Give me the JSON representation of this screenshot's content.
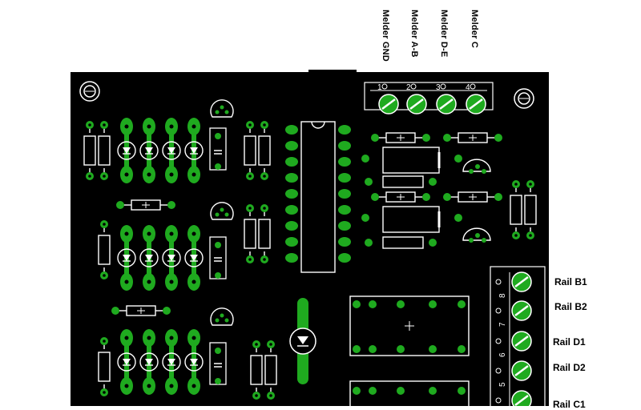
{
  "connector_top": {
    "labels": [
      "Melder GND",
      "Melder A-B",
      "Melder D-E",
      "Melder C"
    ],
    "pin_numbers": [
      "1",
      "2",
      "3",
      "4"
    ]
  },
  "connector_right": {
    "labels": [
      "Rail B1",
      "Rail B2",
      "Rail D1",
      "Rail D2",
      "Rail C1"
    ],
    "pin_numbers": [
      "8",
      "7",
      "6",
      "5"
    ]
  },
  "colors": {
    "board": "#000000",
    "pad": "#1faa1f",
    "silkscreen": "#ffffff",
    "background": "#ffffff"
  }
}
